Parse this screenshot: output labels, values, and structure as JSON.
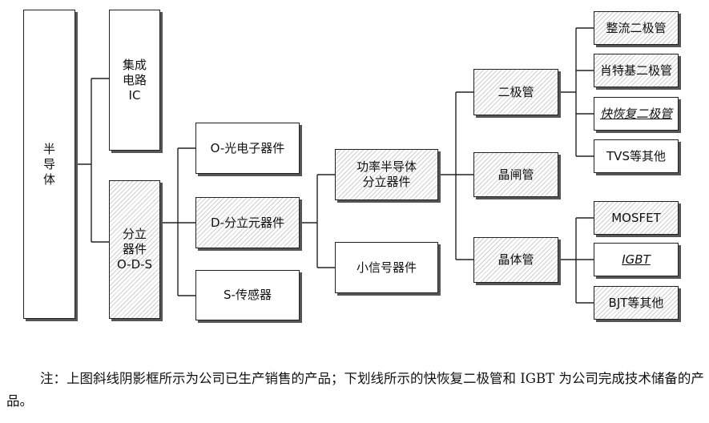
{
  "diagram": {
    "nodes": {
      "semiconductor": {
        "label": "半\n导\n体",
        "hatched": false,
        "underlined": false
      },
      "ic": {
        "label": "集成\n电路\nIC",
        "hatched": false,
        "underlined": false
      },
      "discrete": {
        "label": "分立\n器件\nO-D-S",
        "hatched": true,
        "underlined": false
      },
      "opto": {
        "label": "O-光电子器件",
        "hatched": false,
        "underlined": false
      },
      "discrete_element": {
        "label": "D-分立元器件",
        "hatched": true,
        "underlined": false
      },
      "sensor": {
        "label": "S-传感器",
        "hatched": false,
        "underlined": false
      },
      "power": {
        "label": "功率半导体\n分立器件",
        "hatched": true,
        "underlined": false
      },
      "small_signal": {
        "label": "小信号器件",
        "hatched": false,
        "underlined": false
      },
      "diode": {
        "label": "二极管",
        "hatched": true,
        "underlined": false
      },
      "thyristor": {
        "label": "晶闸管",
        "hatched": true,
        "underlined": false
      },
      "transistor": {
        "label": "晶体管",
        "hatched": true,
        "underlined": false
      },
      "rectifier": {
        "label": "整流二极管",
        "hatched": true,
        "underlined": false
      },
      "schottky": {
        "label": "肖特基二极管",
        "hatched": true,
        "underlined": false
      },
      "fast_recovery": {
        "label": "快恢复二极管",
        "hatched": false,
        "underlined": true
      },
      "tvs": {
        "label": "TVS等其他",
        "hatched": false,
        "underlined": false
      },
      "mosfet": {
        "label": "MOSFET",
        "hatched": true,
        "underlined": false
      },
      "igbt": {
        "label": "IGBT",
        "hatched": false,
        "underlined": true
      },
      "bjt": {
        "label": "BJT等其他",
        "hatched": true,
        "underlined": false
      }
    }
  },
  "note": {
    "text": "注：上图斜线阴影框所示为公司已生产销售的产品；下划线所示的快恢复二极管和 IGBT 为公司完成技术储备的产品。"
  }
}
